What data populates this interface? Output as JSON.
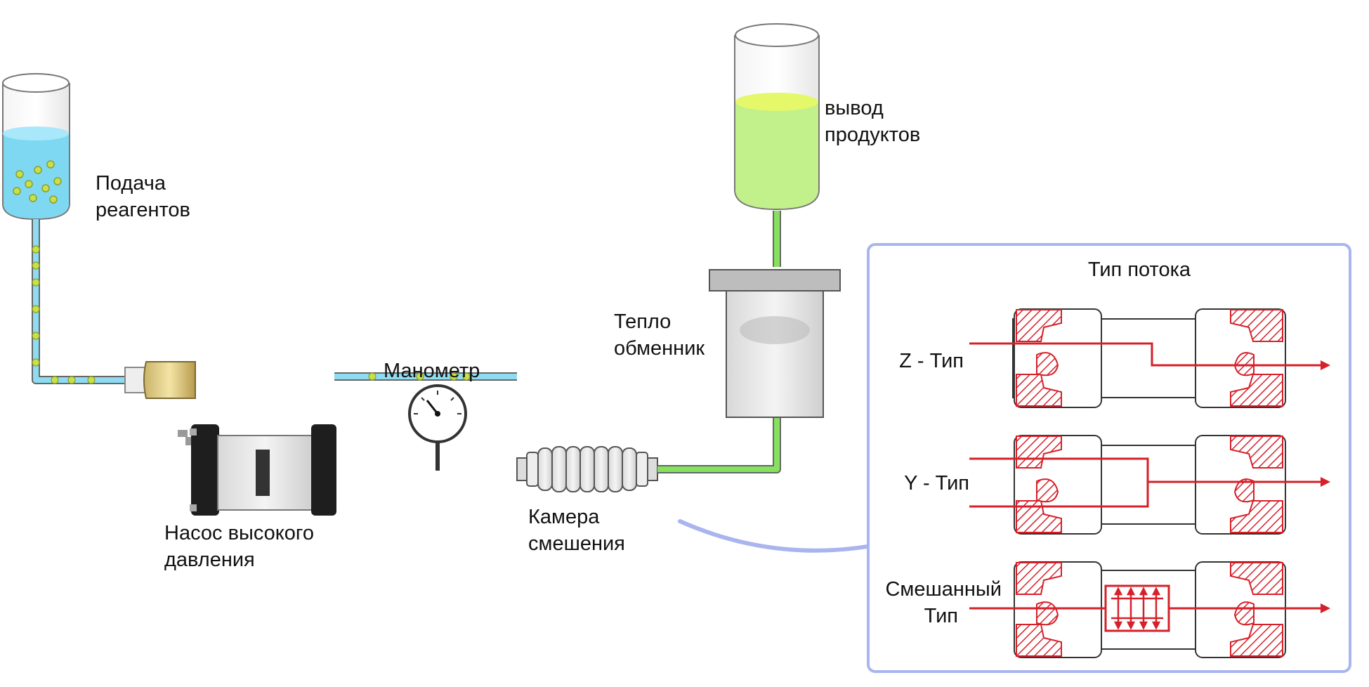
{
  "labels": {
    "reagent_feed": [
      "Подача",
      "реагентов"
    ],
    "product_output": [
      "вывод",
      "продуктов"
    ],
    "heat_exchanger": [
      "Тепло",
      "обменник"
    ],
    "manometer": "Манометр",
    "pump": [
      "Насос высокого",
      "давления"
    ],
    "mixing_chamber": [
      "Камера",
      "смешения"
    ]
  },
  "flow_panel": {
    "title": "Тип потока",
    "types": [
      {
        "label": [
          "Z - Тип"
        ]
      },
      {
        "label": [
          "Y - Тип"
        ]
      },
      {
        "label": [
          "Смешанный",
          "Тип"
        ]
      }
    ]
  },
  "colors": {
    "reagent_liquid": "#7fd8f2",
    "reagent_tube": "#8fdcf2",
    "bubble": "#c8e04a",
    "product_liquid": "#c2f08a",
    "product_tube": "#86e25e",
    "flow_arrow": "#d6202a",
    "panel_border": "#aab4ee",
    "pointer_arrow": "#aab4ee"
  }
}
